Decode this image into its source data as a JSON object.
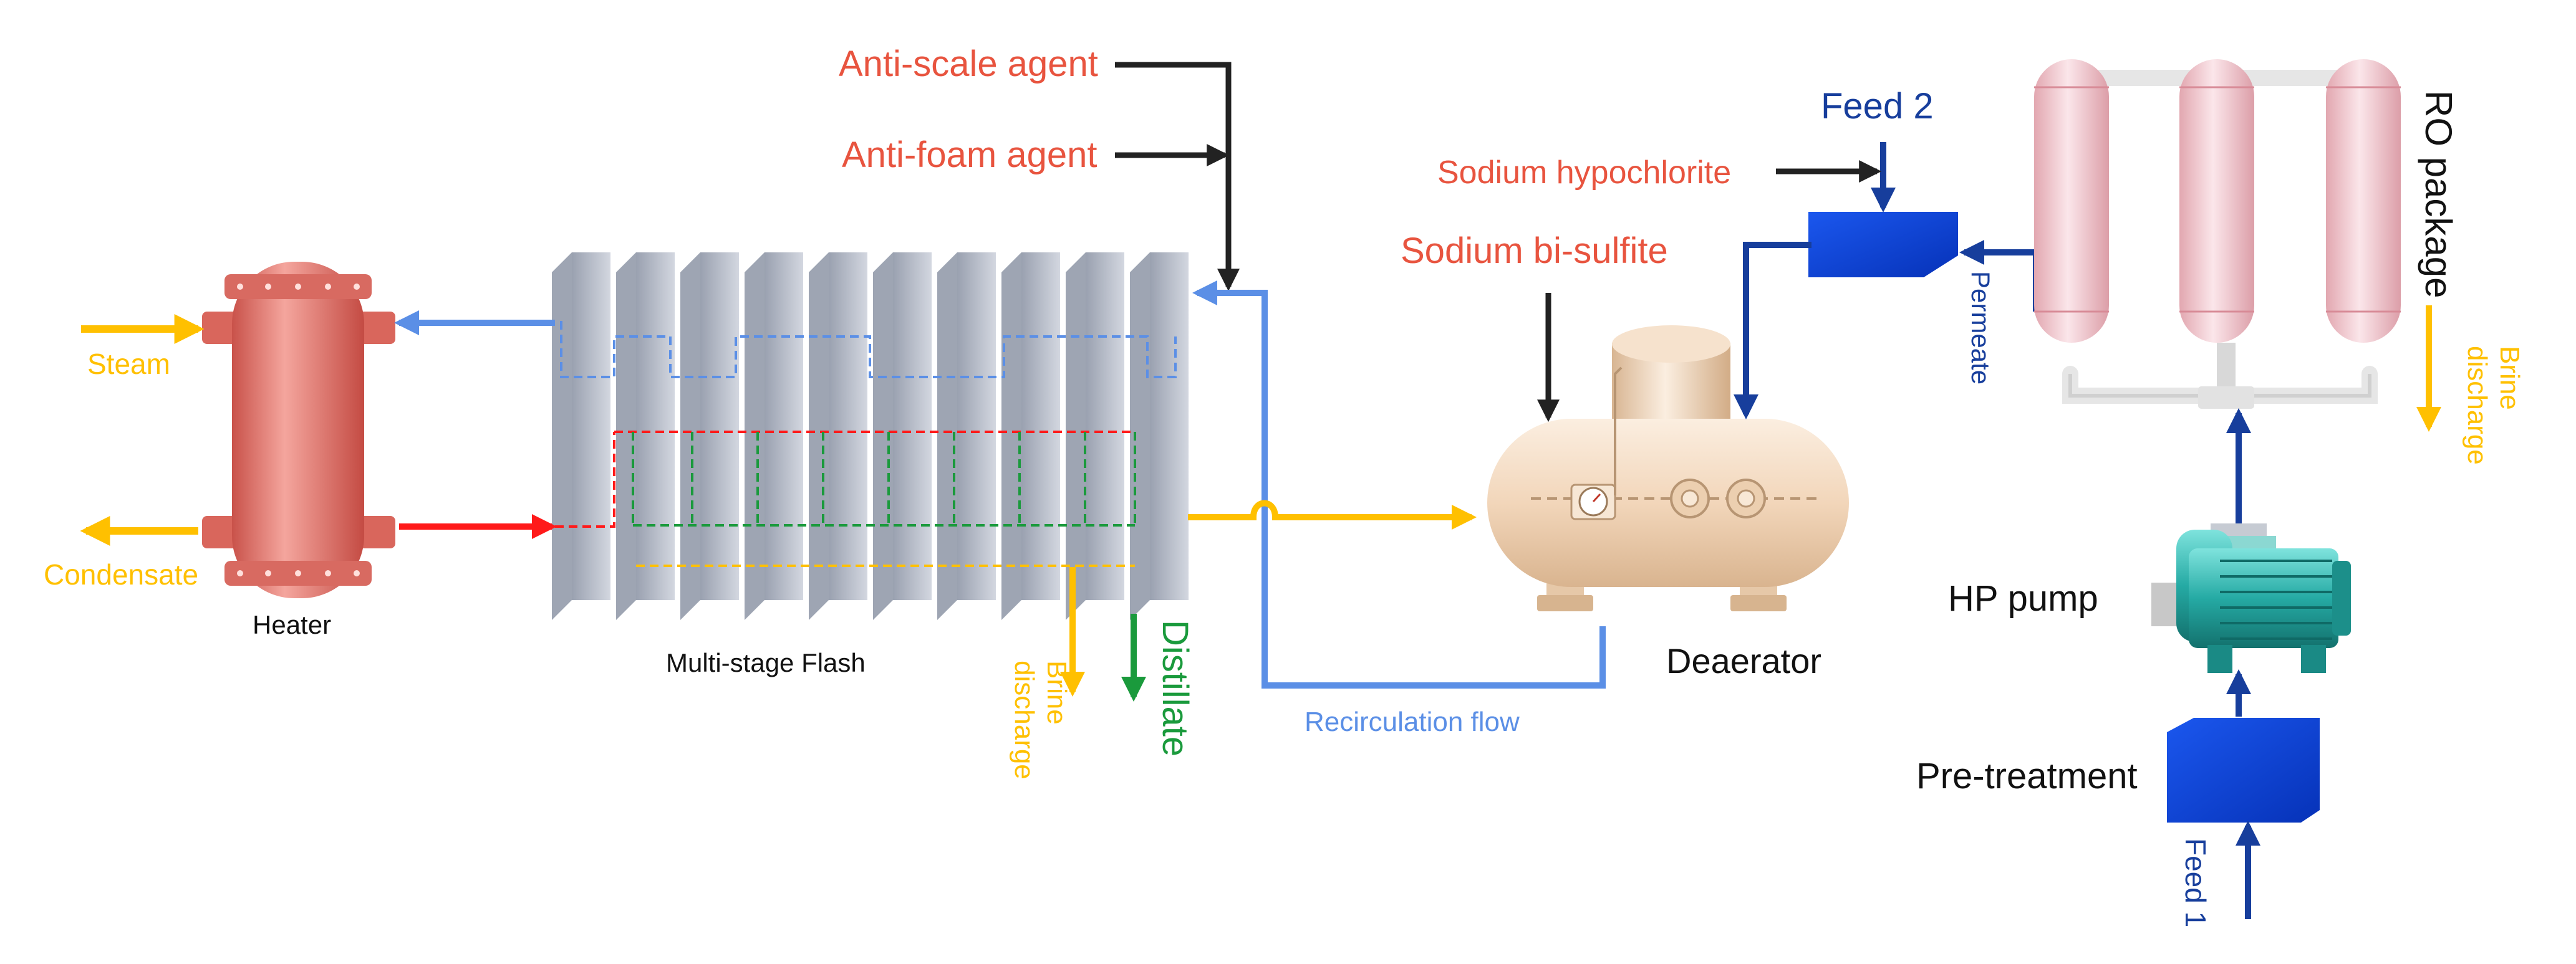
{
  "labels": {
    "steam": "Steam",
    "condensate": "Condensate",
    "heater": "Heater",
    "msf": "Multi-stage Flash",
    "msf_brine_discharge": [
      "Brine",
      "discharge"
    ],
    "distillate": "Distillate",
    "anti_scale": "Anti-scale agent",
    "anti_foam": "Anti-foam agent",
    "recirculation": "Recirculation flow",
    "sodium_bisulfite": "Sodium bi-sulfite",
    "deaerator": "Deaerator",
    "sodium_hypochlorite": "Sodium hypochlorite",
    "feed2": "Feed 2",
    "permeate": "Permeate",
    "ro_package": "RO package",
    "ro_brine_discharge": [
      "Brine",
      "discharge"
    ],
    "hp_pump": "HP pump",
    "pretreatment": "Pre-treatment",
    "feed1": "Feed 1"
  },
  "colors": {
    "steam_line": "#ffc000",
    "chemical_label": "#e8543f",
    "chemical_arrow": "#222222",
    "recirculation": "#5b8fe6",
    "hot_brine": "#ff1a1a",
    "distillate": "#1a9a3c",
    "ro_line": "#173e9c",
    "pretreat_box": "#0a3fd6",
    "heater_body": "#e87a70",
    "msf_plate": "#c5cad6",
    "deaerator": "#f3dcc4",
    "pump": "#2ab5b0",
    "ro_vessel": "#f2c9cf"
  }
}
